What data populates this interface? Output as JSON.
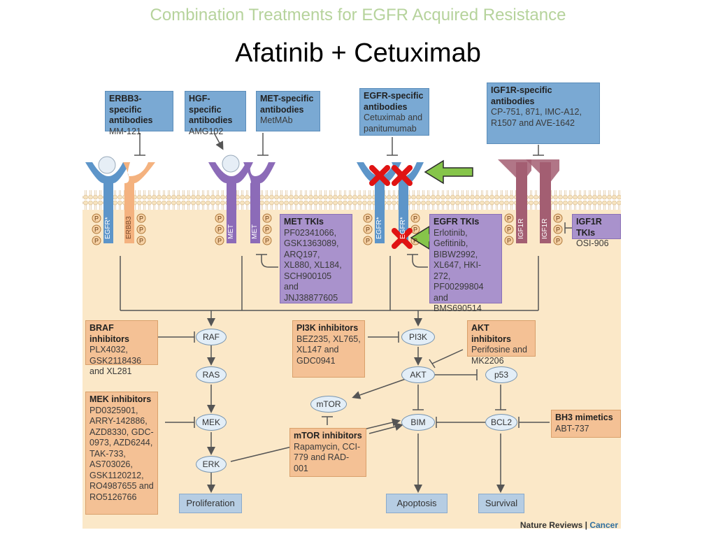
{
  "header": {
    "subtitle": "Combination Treatments for EGFR Acquired Resistance",
    "title": "Afatinib + Cetuximab"
  },
  "antibodies": [
    {
      "title": "ERBB3-specific antibodies",
      "items": "MM-121"
    },
    {
      "title": "HGF-specific antibodies",
      "items": "AMG102"
    },
    {
      "title": "MET-specific antibodies",
      "items": "MetMAb"
    },
    {
      "title": "EGFR-specific antibodies",
      "items": "Cetuximab and panitumumab"
    },
    {
      "title": "IGF1R-specific antibodies",
      "items": "CP-751, 871, IMC-A12, R1507 and AVE-1642"
    }
  ],
  "tkis": {
    "met": {
      "title": "MET TKIs",
      "items": "PF02341066, GSK1363089, ARQ197, XL880, XL184, SCH900105 and JNJ38877605"
    },
    "egfr": {
      "title": "EGFR TKIs",
      "items": "Erlotinib, Gefitinib, BIBW2992, XL647, HKI-272, PF00299804 and BMS690514"
    },
    "igf1r": {
      "title": "IGF1R TKIs",
      "items": "OSI-906"
    }
  },
  "receptors": {
    "egfr1": "EGFR*",
    "erbb3": "ERBB3",
    "met1": "MET",
    "met2": "MET",
    "egfr2": "EGFR*",
    "egfr3": "EGFR*",
    "igf1r1": "IGF1R",
    "igf1r2": "IGF1R",
    "phospho": "P"
  },
  "inhibitors": {
    "braf": {
      "title": "BRAF inhibitors",
      "items": "PLX4032, GSK2118436 and XL281"
    },
    "mek": {
      "title": "MEK inhibitors",
      "items": "PD0325901, ARRY-142886, AZD8330, GDC-0973, AZD6244, TAK-733, AS703026, GSK1120212, RO4987655 and RO5126766"
    },
    "pi3k": {
      "title": "PI3K inhibitors",
      "items": "BEZ235, XL765, XL147 and GDC0941"
    },
    "akt": {
      "title": "AKT inhibitors",
      "items": "Perifosine and MK2206"
    },
    "mtor": {
      "title": "mTOR inhibitors",
      "items": "Rapamycin, CCI-779 and RAD-001"
    },
    "bh3": {
      "title": "BH3 mimetics",
      "items": "ABT-737"
    }
  },
  "nodes": {
    "raf": "RAF",
    "ras": "RAS",
    "mek": "MEK",
    "erk": "ERK",
    "pi3k": "PI3K",
    "akt": "AKT",
    "p53": "p53",
    "mtor": "mTOR",
    "bim": "BIM",
    "bcl2": "BCL2"
  },
  "outcomes": {
    "proliferation": "Proliferation",
    "apoptosis": "Apoptosis",
    "survival": "Survival"
  },
  "credit": {
    "journal": "Nature Reviews",
    "separator": "|",
    "section": "Cancer"
  },
  "colors": {
    "cytoplasm": "#fbe8c8",
    "membrane": "#f3d7a3",
    "egfr": "#5d95c9",
    "met": "#8c6bb8",
    "igf1r": "#a35e72",
    "erbb3": "#f4b27f",
    "blockade_cross": "#e01313",
    "arrow_green": "#86c54a"
  }
}
